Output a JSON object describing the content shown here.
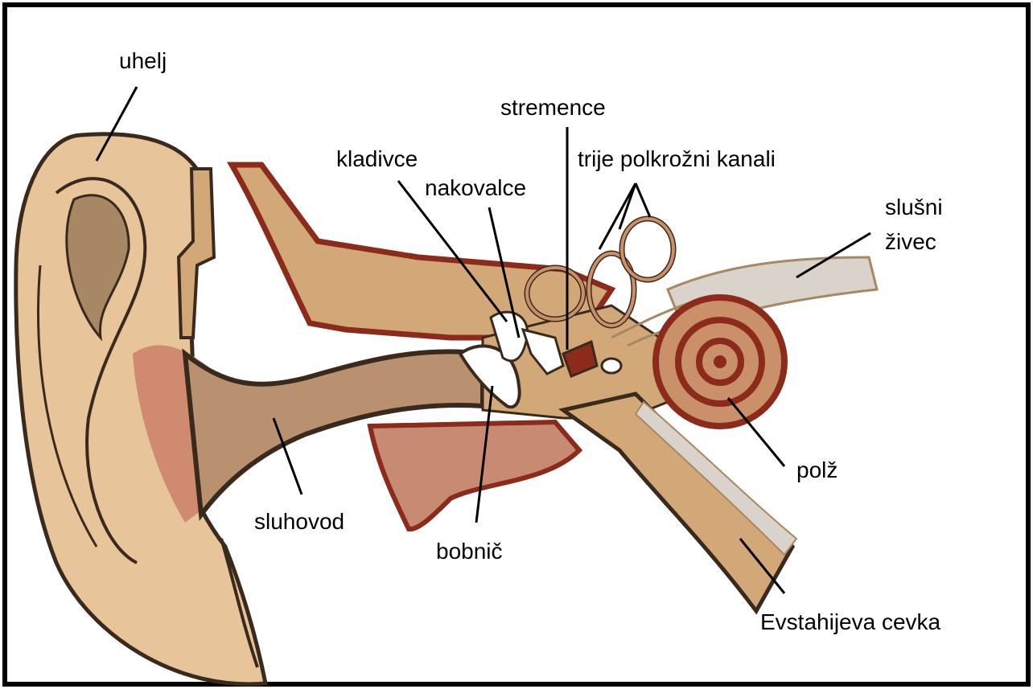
{
  "labels": {
    "uhelj": "uhelj",
    "stremence": "stremence",
    "kladivce": "kladivce",
    "nakovalce": "nakovalce",
    "kanali": "trije polkrožni kanali",
    "slusni": "slušni",
    "zivec": "živec",
    "sluhovod": "sluhovod",
    "bobnic": "bobnič",
    "polz": "polž",
    "evstahijeva": "Evstahijeva cevka"
  },
  "colors": {
    "frame": "#000000",
    "skin": "#e8c49a",
    "skin_shade": "#a88864",
    "bone": "#d2a878",
    "canal": "#b99070",
    "outline": "#3a2a1e",
    "red_outline": "#8c2a1c",
    "flesh": "#cf8a70",
    "cochlea": "#c9906a",
    "nerve": "#d9d3cc",
    "label_line": "#000000"
  }
}
